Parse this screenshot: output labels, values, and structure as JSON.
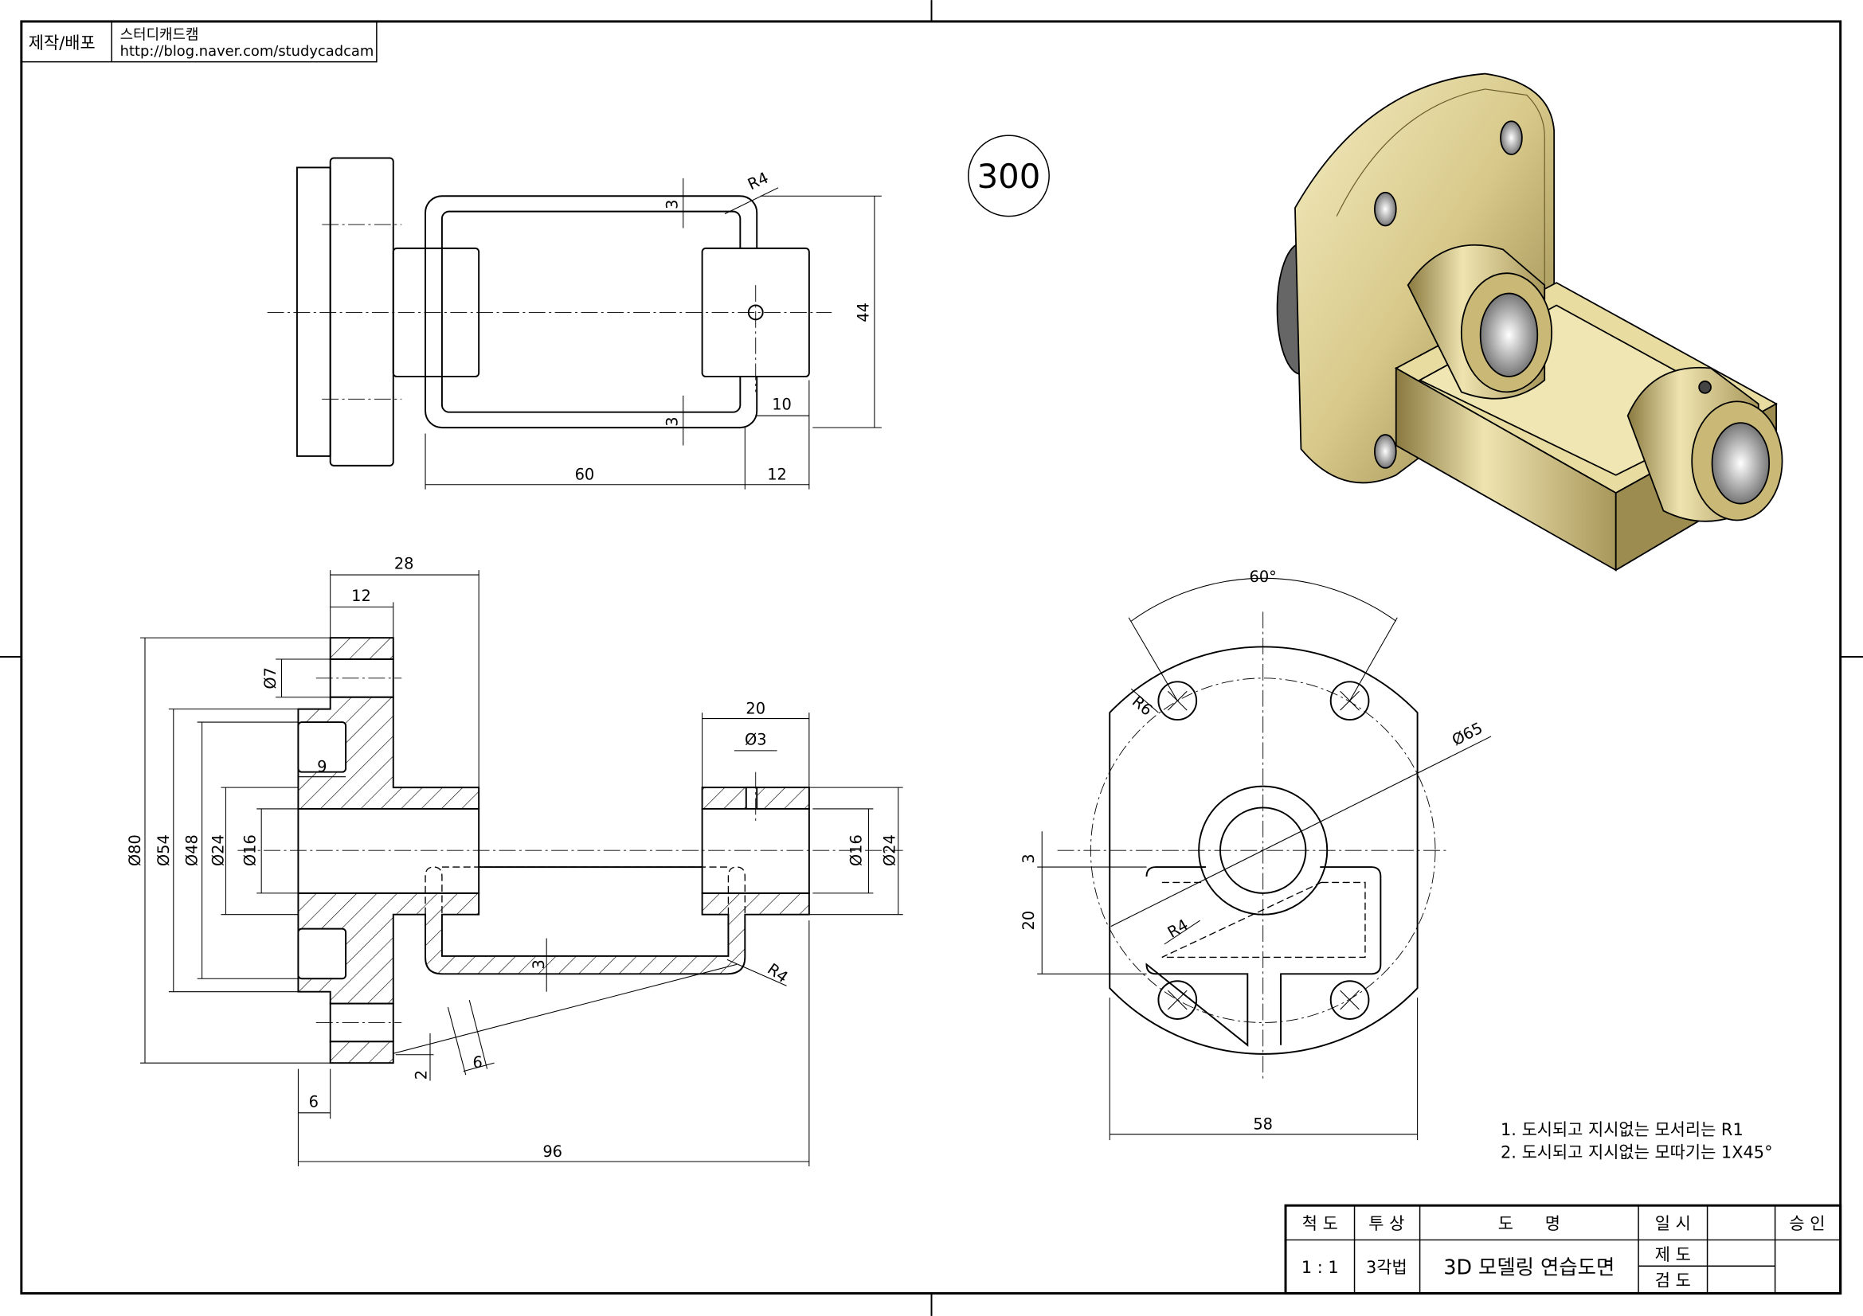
{
  "header": {
    "label": "제작/배포",
    "author": "스터디캐드캠",
    "url": "http://blog.naver.com/studycadcam"
  },
  "drawing_number": "300",
  "top_view_dims": {
    "wall_top": "3",
    "wall_bottom": "3",
    "radius": "R4",
    "height": "44",
    "hole_offset": "10",
    "length": "60",
    "boss": "12"
  },
  "section_dims": {
    "d28": "28",
    "d12": "12",
    "d7": "Ø7",
    "d9": "9",
    "d80": "Ø80",
    "d54": "Ø54",
    "d48": "Ø48",
    "d24": "Ø24",
    "d16": "Ø16",
    "d20": "20",
    "d3": "Ø3",
    "d16r": "Ø16",
    "d24r": "Ø24",
    "t3": "3",
    "r4": "R4",
    "d2": "2",
    "d6": "6",
    "d6b": "6",
    "d96": "96"
  },
  "front_dims": {
    "angle": "60°",
    "r6": "R6",
    "d65": "Ø65",
    "v3": "3",
    "v20": "20",
    "r4": "R4",
    "w58": "58"
  },
  "notes": [
    "1. 도시되고 지시없는 모서리는 R1",
    "2. 도시되고 지시없는 모따기는 1X45°"
  ],
  "title_block": {
    "scale_label": "척 도",
    "projection_label": "투 상",
    "name_label": "도      명",
    "date_label": "일 시",
    "approve_label": "승 인",
    "scale": "1 : 1",
    "projection": "3각법",
    "name": "3D 모델링 연습도면",
    "drawn_label": "제 도",
    "checked_label": "검 도"
  },
  "colors": {
    "model_gold": "#d8c98a",
    "model_dark": "#8a7a40"
  }
}
